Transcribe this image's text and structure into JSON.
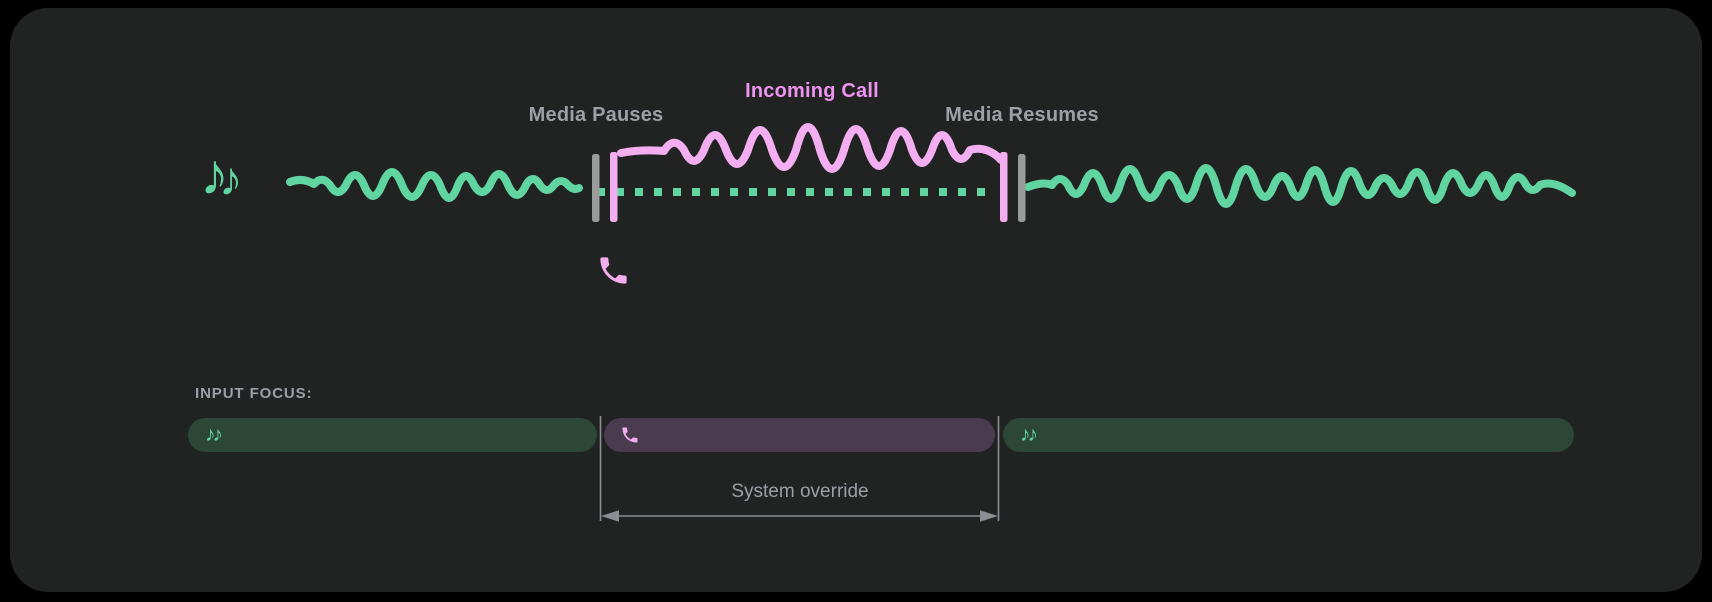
{
  "colors": {
    "page_bg": "#000000",
    "panel_bg": "#212222",
    "media_green": "#61d5a1",
    "media_green_dim": "#2c4638",
    "call_pink": "#f3adf1",
    "call_pink_bright": "#ee93f0",
    "call_purple_dim": "#4a3b4f",
    "text_gray": "#9aa0a6",
    "line_gray": "#8b8e92",
    "bar_gray": "#9b9b9b"
  },
  "timeline": {
    "media_pauses_label": "Media Pauses",
    "incoming_call_label": "Incoming Call",
    "media_resumes_label": "Media Resumes"
  },
  "input_focus": {
    "heading": "INPUT FOCUS:",
    "system_override_label": "System override",
    "segments": [
      {
        "kind": "media-playback",
        "icon": "music-notes-icon"
      },
      {
        "kind": "incoming-call",
        "icon": "phone-icon"
      },
      {
        "kind": "media-playback",
        "icon": "music-notes-icon"
      }
    ]
  },
  "icons": {
    "note_glyph": "♪",
    "notes_glyph": "♪♪"
  }
}
